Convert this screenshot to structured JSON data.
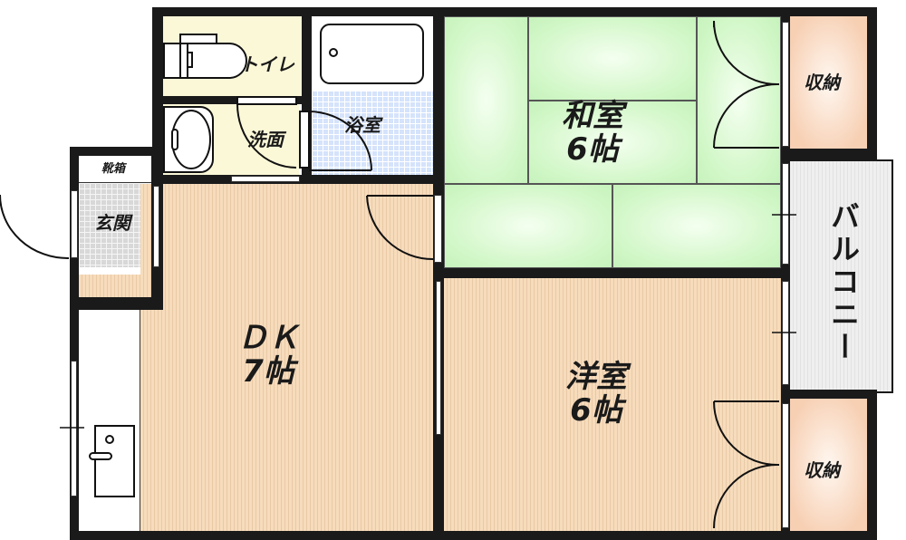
{
  "floor_plan": {
    "rooms": {
      "toilet": {
        "label": "トイレ"
      },
      "washroom": {
        "label": "洗面"
      },
      "bathroom": {
        "label": "浴室"
      },
      "washitsu": {
        "label": "和室\n6帖",
        "type": "和室",
        "size": "6帖"
      },
      "closet_top": {
        "label": "収納"
      },
      "shoe_box": {
        "label": "靴箱"
      },
      "entrance": {
        "label": "玄関"
      },
      "dk": {
        "label": "ＤＫ\n7帖",
        "type": "DK",
        "size": "7帖"
      },
      "balcony": {
        "label": "バルコニー"
      },
      "youshitsu": {
        "label": "洋室\n6帖",
        "type": "洋室",
        "size": "6帖"
      },
      "closet_bottom": {
        "label": "収納"
      }
    },
    "colors": {
      "wall": "#1a1a1a",
      "wood_floor": "#f7dcbc",
      "tatami": "#d2f7c8",
      "bath_tile": "#d5e3fb",
      "entrance_tile": "#d8d8d8",
      "wet_area": "#fbf8d8",
      "closet": "#f7d0b4",
      "balcony": "#efefef"
    }
  }
}
